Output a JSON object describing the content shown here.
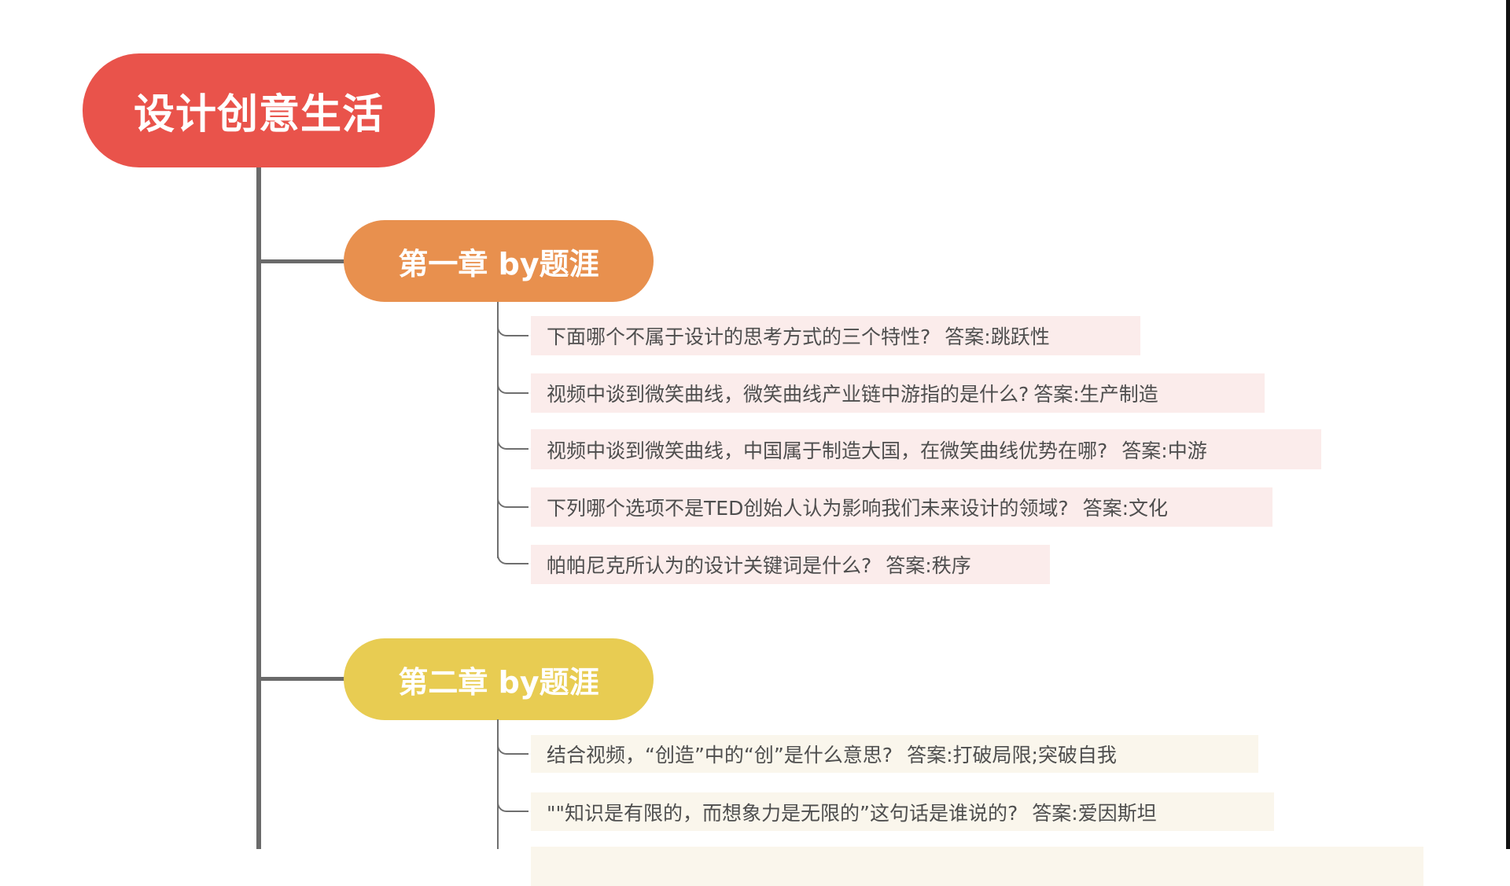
{
  "colors": {
    "root": "#e9534b",
    "chapter1": "#e8904e",
    "chapter2": "#e8cc52",
    "item_bg_chapter1": "#fbeceb",
    "item_bg_chapter2": "#faf6ec",
    "connector": "#6a6a6a",
    "item_text": "#4e4e4e"
  },
  "root": {
    "title": "设计创意生活"
  },
  "chapters": [
    {
      "title": "第一章 by题涯",
      "items": [
        {
          "question": "下面哪个不属于设计的思考方式的三个特性?",
          "answer": "答案:跳跃性"
        },
        {
          "question": "视频中谈到微笑曲线，微笑曲线产业链中游指的是什么?",
          "answer": "答案:生产制造"
        },
        {
          "question": "视频中谈到微笑曲线，中国属于制造大国，在微笑曲线优势在哪?",
          "answer": "答案:中游"
        },
        {
          "question": "下列哪个选项不是TED创始人认为影响我们未来设计的领域?",
          "answer": "答案:文化"
        },
        {
          "question": "帕帕尼克所认为的设计关键词是什么?",
          "answer": "答案:秩序"
        }
      ]
    },
    {
      "title": "第二章 by题涯",
      "items": [
        {
          "question": "结合视频，“创造”中的“创”是什么意思?",
          "answer": "答案:打破局限;突破自我"
        },
        {
          "question": "\"\"知识是有限的，而想象力是无限的”这句话是谁说的?",
          "answer": "答案:爱因斯坦"
        },
        {
          "question": "",
          "answer": ""
        }
      ]
    }
  ]
}
